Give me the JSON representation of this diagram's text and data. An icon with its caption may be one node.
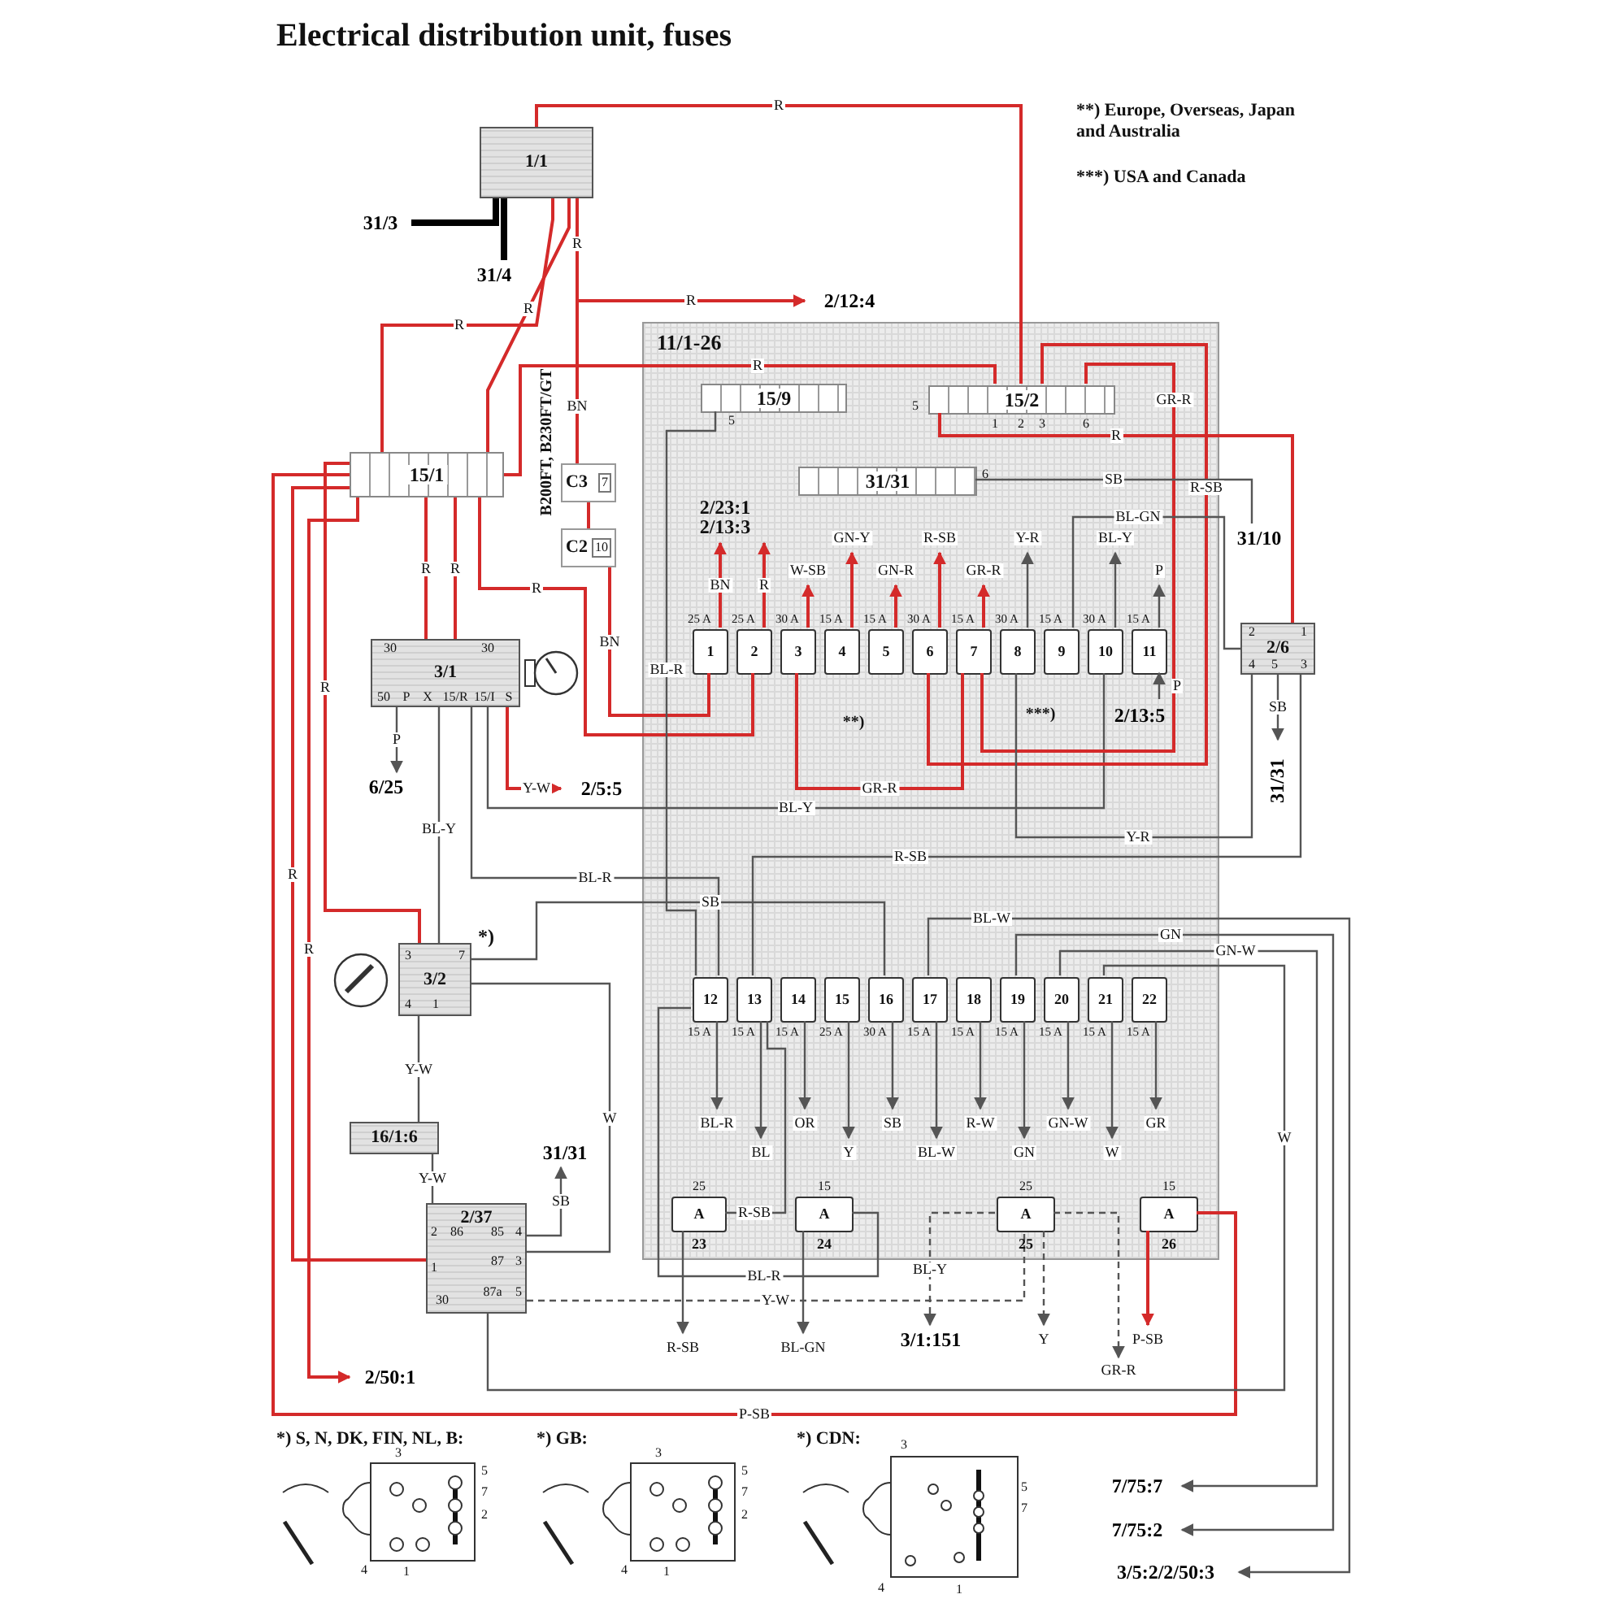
{
  "diagram": {
    "title": "Electrical distribution unit, fuses",
    "nodes": [
      {
        "text": [
          "1/1"
        ]
      },
      {
        "text": [
          "31/3"
        ]
      },
      {
        "text": [
          "31/4"
        ]
      },
      {
        "text": [
          "2/12:4"
        ]
      },
      {
        "text": [
          "15/1"
        ]
      },
      {
        "text": [
          "C3",
          "7"
        ]
      },
      {
        "text": [
          "C2",
          "10"
        ]
      },
      {
        "text": [
          "11/1-26"
        ]
      },
      {
        "text": [
          "15/9"
        ],
        "in": 7
      },
      {
        "text": [
          "15/2"
        ],
        "in": 7
      },
      {
        "text": [
          "31/31"
        ],
        "in": 7
      },
      {
        "text": [
          "1"
        ],
        "in": 7,
        "beside": [
          "25 A"
        ]
      },
      {
        "text": [
          "2"
        ],
        "in": 7,
        "beside": [
          "25 A"
        ]
      },
      {
        "text": [
          "3"
        ],
        "in": 7,
        "beside": [
          "30 A"
        ]
      },
      {
        "text": [
          "4"
        ],
        "in": 7,
        "beside": [
          "15 A"
        ]
      },
      {
        "text": [
          "5"
        ],
        "in": 7,
        "beside": [
          "15 A"
        ]
      },
      {
        "text": [
          "6"
        ],
        "in": 7,
        "beside": [
          "30 A"
        ]
      },
      {
        "text": [
          "7"
        ],
        "in": 7,
        "beside": [
          "15 A"
        ]
      },
      {
        "text": [
          "8"
        ],
        "in": 7,
        "beside": [
          "30 A"
        ]
      },
      {
        "text": [
          "9"
        ],
        "in": 7,
        "beside": [
          "15 A"
        ]
      },
      {
        "text": [
          "10"
        ],
        "in": 7,
        "beside": [
          "30 A"
        ]
      },
      {
        "text": [
          "11"
        ],
        "in": 7,
        "beside": [
          "15 A"
        ]
      },
      {
        "text": [
          "2/23:1",
          "2/13:3"
        ],
        "in": 7
      },
      {
        "text": [
          "2/13:5"
        ],
        "in": 7
      },
      {
        "text": [
          "12"
        ],
        "in": 7,
        "beside": [
          "15 A"
        ]
      },
      {
        "text": [
          "13"
        ],
        "in": 7,
        "beside": [
          "15 A"
        ]
      },
      {
        "text": [
          "14"
        ],
        "in": 7,
        "beside": [
          "15 A"
        ]
      },
      {
        "text": [
          "15"
        ],
        "in": 7,
        "beside": [
          "25 A"
        ]
      },
      {
        "text": [
          "16"
        ],
        "in": 7,
        "beside": [
          "30 A"
        ]
      },
      {
        "text": [
          "17"
        ],
        "in": 7,
        "beside": [
          "15 A"
        ]
      },
      {
        "text": [
          "18"
        ],
        "in": 7,
        "beside": [
          "15 A"
        ]
      },
      {
        "text": [
          "19"
        ],
        "in": 7,
        "beside": [
          "15 A"
        ]
      },
      {
        "text": [
          "20"
        ],
        "in": 7,
        "beside": [
          "15 A"
        ]
      },
      {
        "text": [
          "21"
        ],
        "in": 7,
        "beside": [
          "15 A"
        ]
      },
      {
        "text": [
          "22"
        ],
        "in": 7,
        "beside": [
          "15 A"
        ]
      },
      {
        "text": [
          "A"
        ],
        "in": 7,
        "beside": [
          "25",
          "23"
        ]
      },
      {
        "text": [
          "A"
        ],
        "in": 7,
        "beside": [
          "15",
          "24"
        ]
      },
      {
        "text": [
          "A"
        ],
        "in": 7,
        "beside": [
          "25",
          "25"
        ]
      },
      {
        "text": [
          "A"
        ],
        "in": 7,
        "beside": [
          "15",
          "26"
        ]
      },
      {
        "text": [
          "3/1"
        ]
      },
      {
        "text": [
          "2/5:5"
        ]
      },
      {
        "text": [
          "6/25"
        ]
      },
      {
        "text": [
          "3/2"
        ],
        "beside": [
          "*)"
        ]
      },
      {
        "text": [
          "16/1:6"
        ]
      },
      {
        "text": [
          "2/37"
        ]
      },
      {
        "text": [
          "31/31"
        ]
      },
      {
        "text": [
          "2/50:1"
        ]
      },
      {
        "text": [
          "2/6"
        ]
      },
      {
        "text": [
          "31/10"
        ]
      },
      {
        "text": [
          "31/31"
        ]
      },
      {
        "text": [
          "3/1:151"
        ]
      },
      {
        "text": [
          "7/75:7"
        ]
      },
      {
        "text": [
          "7/75:2"
        ]
      },
      {
        "text": [
          "3/5:2/2/50:3"
        ]
      }
    ],
    "edges": [
      {
        "from": 0,
        "to": 1,
        "arrow": "none",
        "style": "thick",
        "color": "#000000"
      },
      {
        "from": 0,
        "to": 2,
        "arrow": "none",
        "style": "thick",
        "color": "#000000"
      },
      {
        "from": 0,
        "to": 9,
        "arrow": "none",
        "label": "R",
        "color": "#d42a2a"
      },
      {
        "from": 0,
        "to": 3,
        "arrow": "to",
        "label": "R",
        "color": "#d42a2a"
      },
      {
        "from": 0,
        "to": 4,
        "arrow": "none",
        "label": "R",
        "color": "#d42a2a"
      },
      {
        "from": 0,
        "to": 4,
        "arrow": "none",
        "label": "R",
        "color": "#d42a2a"
      },
      {
        "from": 0,
        "to": 5,
        "arrow": "none",
        "label": "BN",
        "color": "#d42a2a"
      },
      {
        "from": 5,
        "to": 6,
        "arrow": "none",
        "color": "#d42a2a"
      },
      {
        "from": 6,
        "to": 11,
        "arrow": "none",
        "label": "BN",
        "color": "#d42a2a"
      },
      {
        "from": 4,
        "to": 39,
        "arrow": "none",
        "label": "R",
        "color": "#d42a2a"
      },
      {
        "from": 4,
        "to": 39,
        "arrow": "none",
        "label": "R",
        "color": "#d42a2a"
      },
      {
        "from": 4,
        "to": 12,
        "arrow": "none",
        "label": "R",
        "color": "#d42a2a"
      },
      {
        "from": 4,
        "to": 9,
        "arrow": "none",
        "label": "R",
        "color": "#d42a2a"
      },
      {
        "from": 4,
        "to": 42,
        "arrow": "none",
        "label": "R",
        "color": "#d42a2a"
      },
      {
        "from": 4,
        "to": 44,
        "arrow": "none",
        "label": "R",
        "color": "#d42a2a"
      },
      {
        "from": 4,
        "to": 46,
        "arrow": "to",
        "label": "R",
        "color": "#d42a2a"
      },
      {
        "from": 4,
        "to": 38,
        "arrow": "none",
        "label": "P-SB",
        "color": "#d42a2a"
      },
      {
        "from": 38,
        "to": null,
        "arrow": "to",
        "label": "P-SB",
        "color": "#d42a2a"
      },
      {
        "from": 39,
        "to": 40,
        "arrow": "to",
        "label": "Y-W",
        "color": "#d42a2a"
      },
      {
        "from": 39,
        "to": 41,
        "arrow": "to",
        "label": "P"
      },
      {
        "from": 39,
        "to": 24,
        "arrow": "none",
        "label": "BL-R"
      },
      {
        "from": 39,
        "to": 20,
        "arrow": "none",
        "label": "BL-Y"
      },
      {
        "from": 42,
        "to": 39,
        "arrow": "none",
        "label": "BL-Y"
      },
      {
        "from": 42,
        "to": 28,
        "arrow": "none",
        "label": "SB"
      },
      {
        "from": 42,
        "to": 43,
        "arrow": "none",
        "label": "Y-W"
      },
      {
        "from": 43,
        "to": 44,
        "arrow": "none",
        "label": "Y-W"
      },
      {
        "from": 42,
        "to": 44,
        "arrow": "none",
        "label": "W"
      },
      {
        "from": 44,
        "to": 45,
        "arrow": "to",
        "label": "SB"
      },
      {
        "from": 44,
        "to": 37,
        "arrow": "none",
        "label": "Y-W",
        "style": "dashed"
      },
      {
        "from": 33,
        "to": 44,
        "arrow": "none",
        "label": "W"
      },
      {
        "from": 9,
        "to": 47,
        "arrow": "none",
        "label": "R",
        "color": "#d42a2a"
      },
      {
        "from": 9,
        "to": 16,
        "arrow": "none",
        "label": "R-SB",
        "color": "#d42a2a"
      },
      {
        "from": 9,
        "to": 17,
        "arrow": "none",
        "label": "GR-R",
        "color": "#d42a2a"
      },
      {
        "from": 13,
        "to": 17,
        "arrow": "none",
        "label": "GR-R",
        "color": "#d42a2a"
      },
      {
        "from": 8,
        "to": 24,
        "arrow": "none",
        "label": "BL-R"
      },
      {
        "from": 10,
        "to": 48,
        "arrow": "none",
        "label": "SB"
      },
      {
        "from": 47,
        "to": 49,
        "arrow": "to",
        "label": "SB"
      },
      {
        "from": 19,
        "to": 47,
        "arrow": "none",
        "label": "BL-GN"
      },
      {
        "from": 47,
        "to": 18,
        "arrow": "none",
        "label": "Y-R"
      },
      {
        "from": 47,
        "to": 25,
        "arrow": "none",
        "label": "R-SB"
      },
      {
        "from": 25,
        "to": 35,
        "arrow": "none",
        "label": "R-SB"
      },
      {
        "from": 24,
        "to": 36,
        "arrow": "none",
        "label": "BL-R"
      },
      {
        "from": 29,
        "to": 53,
        "arrow": "to",
        "label": "BL-W"
      },
      {
        "from": 31,
        "to": 52,
        "arrow": "to",
        "label": "GN"
      },
      {
        "from": 32,
        "to": 51,
        "arrow": "to",
        "label": "GN-W"
      },
      {
        "from": 37,
        "to": 50,
        "arrow": "to",
        "label": "BL-Y",
        "style": "dashed"
      },
      {
        "from": 37,
        "to": null,
        "arrow": "to",
        "label": "Y",
        "style": "dashed"
      },
      {
        "from": 37,
        "to": null,
        "arrow": "to",
        "label": "GR-R",
        "style": "dashed"
      },
      {
        "from": 23,
        "to": 21,
        "arrow": "to",
        "label": "P"
      },
      {
        "from": 11,
        "to": 22,
        "arrow": "to",
        "label": "BN",
        "color": "#d42a2a"
      },
      {
        "from": 12,
        "to": 22,
        "arrow": "to",
        "label": "R",
        "color": "#d42a2a"
      },
      {
        "from": 13,
        "to": null,
        "arrow": "to",
        "label": "W-SB",
        "color": "#d42a2a"
      },
      {
        "from": 14,
        "to": null,
        "arrow": "to",
        "label": "GN-Y",
        "color": "#d42a2a"
      },
      {
        "from": 15,
        "to": null,
        "arrow": "to",
        "label": "GN-R",
        "color": "#d42a2a"
      },
      {
        "from": 16,
        "to": null,
        "arrow": "to",
        "label": "R-SB",
        "color": "#d42a2a"
      },
      {
        "from": 17,
        "to": null,
        "arrow": "to",
        "label": "GR-R",
        "color": "#d42a2a"
      },
      {
        "from": 18,
        "to": null,
        "arrow": "to",
        "label": "Y-R"
      },
      {
        "from": 20,
        "to": null,
        "arrow": "to",
        "label": "BL-Y"
      },
      {
        "from": 21,
        "to": null,
        "arrow": "to",
        "label": "P"
      },
      {
        "from": 24,
        "to": null,
        "arrow": "to",
        "label": "BL-R"
      },
      {
        "from": 25,
        "to": null,
        "arrow": "to",
        "label": "BL"
      },
      {
        "from": 26,
        "to": null,
        "arrow": "to",
        "label": "OR"
      },
      {
        "from": 27,
        "to": null,
        "arrow": "to",
        "label": "Y"
      },
      {
        "from": 28,
        "to": null,
        "arrow": "to",
        "label": "SB"
      },
      {
        "from": 29,
        "to": null,
        "arrow": "to",
        "label": "BL-W"
      },
      {
        "from": 30,
        "to": null,
        "arrow": "to",
        "label": "R-W"
      },
      {
        "from": 31,
        "to": null,
        "arrow": "to",
        "label": "GN"
      },
      {
        "from": 32,
        "to": null,
        "arrow": "to",
        "label": "GN-W"
      },
      {
        "from": 33,
        "to": null,
        "arrow": "to",
        "label": "W"
      },
      {
        "from": 34,
        "to": null,
        "arrow": "to",
        "label": "GR"
      },
      {
        "from": 35,
        "to": null,
        "arrow": "to",
        "label": "R-SB"
      },
      {
        "from": 36,
        "to": null,
        "arrow": "to",
        "label": "BL-GN"
      }
    ],
    "labels": [
      "**) Europe, Overseas, Japan and Australia",
      "***) USA and Canada",
      "R",
      "B200FT, B230FT/GT",
      "5",
      "1",
      "2",
      "3",
      "6",
      "5",
      "6",
      "30",
      "30",
      "50",
      "P",
      "X",
      "15/R",
      "15/I",
      "S",
      "2",
      "1",
      "4",
      "5",
      "3",
      "**)",
      "***)",
      "3",
      "7",
      "4",
      "1",
      "2",
      "86",
      "85",
      "4",
      "87",
      "3",
      "1",
      "30",
      "87a",
      "5",
      "*) S, N, DK, FIN, NL, B:",
      "3",
      "5",
      "7",
      "2",
      "4",
      "1",
      "*) GB:",
      "3",
      "5",
      "7",
      "2",
      "4",
      "1",
      "*) CDN:",
      "3",
      "5",
      "7",
      "4",
      "1"
    ]
  }
}
